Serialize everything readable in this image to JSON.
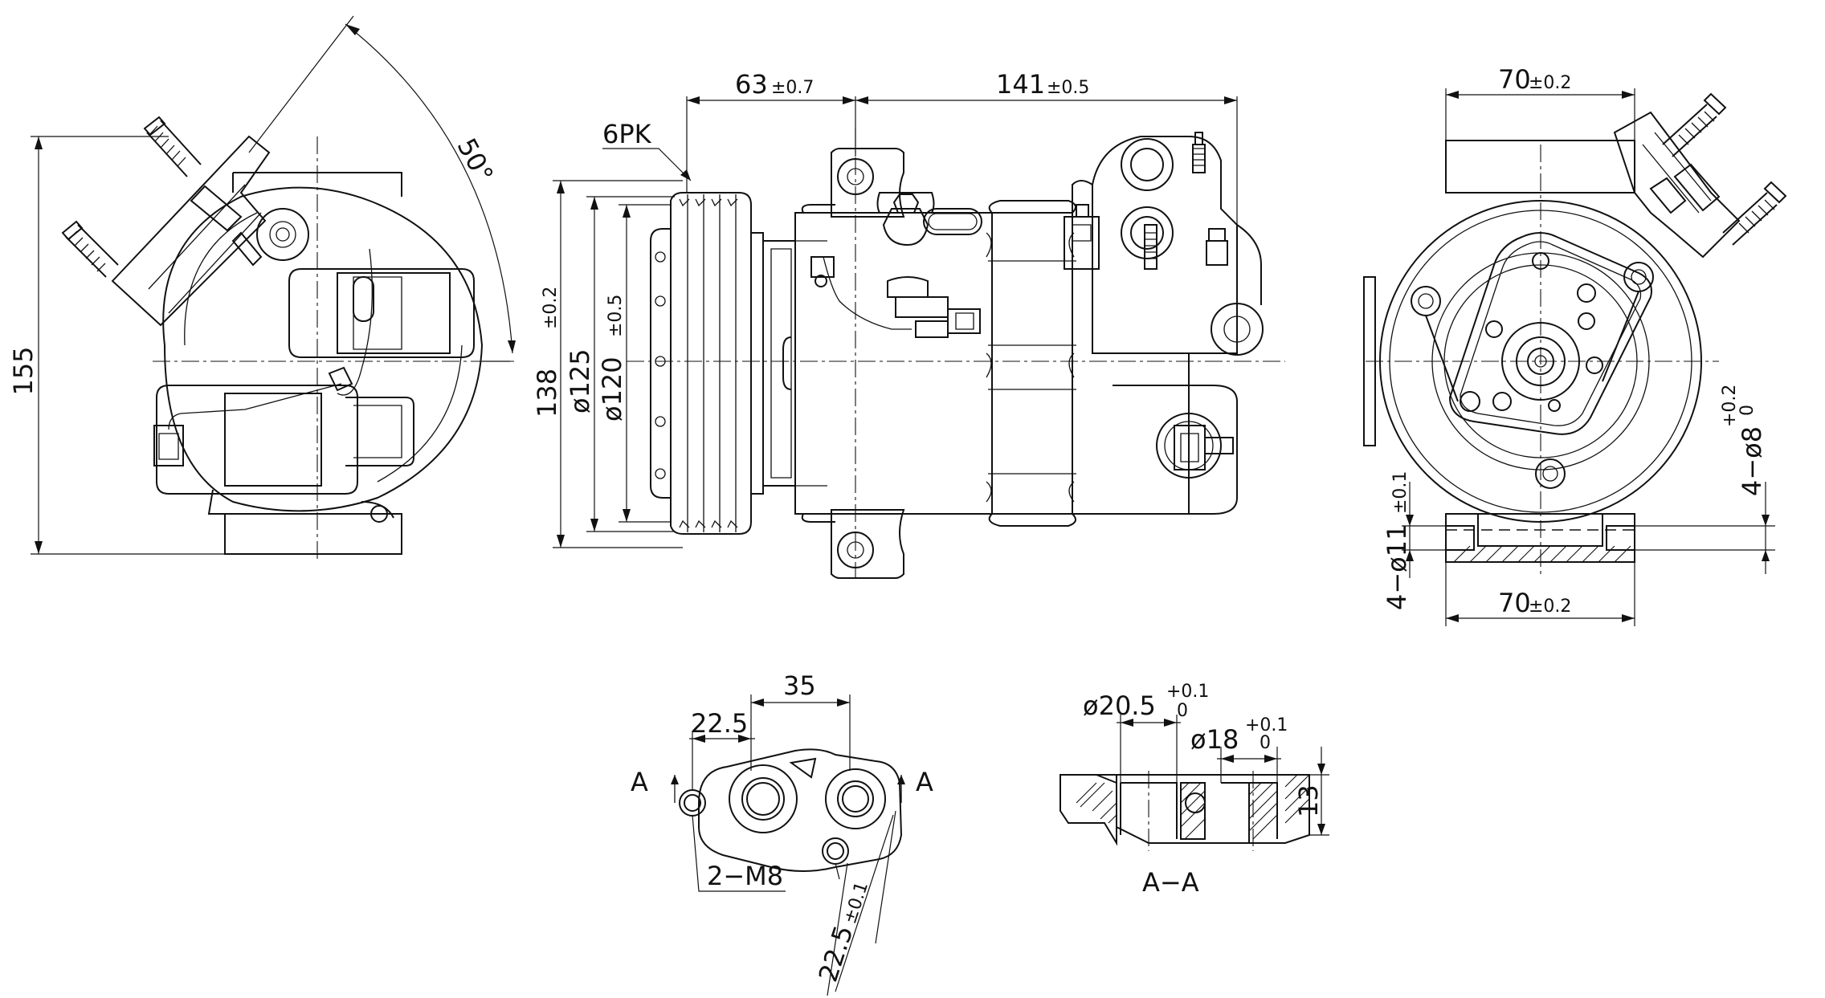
{
  "dimensions": {
    "left_height": "155",
    "angle": "50°",
    "pk": "6PK",
    "d63": "63",
    "d63_tol": "±0.7",
    "d141": "141",
    "d141_tol": "±0.5",
    "d138": "138",
    "d138_tol": "±0.2",
    "d125": "ø125",
    "d120": "ø120",
    "d120_tol": "±0.5",
    "top70": "70",
    "top70_tol": "±0.2",
    "bot70": "70",
    "bot70_tol": "±0.2",
    "hole8": "4−ø8",
    "hole8_tol_up": "+0.2",
    "hole8_tol_lo": "0",
    "hole11": "4−ø11",
    "hole11_tol": "±0.1",
    "d35": "35",
    "d22_5": "22.5",
    "m8": "2−M8",
    "d22_5b": "22.5",
    "d22_5b_tol": "±0.1",
    "sec_a_left": "A",
    "sec_a_right": "A",
    "d20_5": "ø20.5",
    "d20_5_up": "+0.1",
    "d20_5_lo": "0",
    "d18": "ø18",
    "d18_up": "+0.1",
    "d18_lo": "0",
    "d13": "13",
    "section_label": "A−A"
  }
}
